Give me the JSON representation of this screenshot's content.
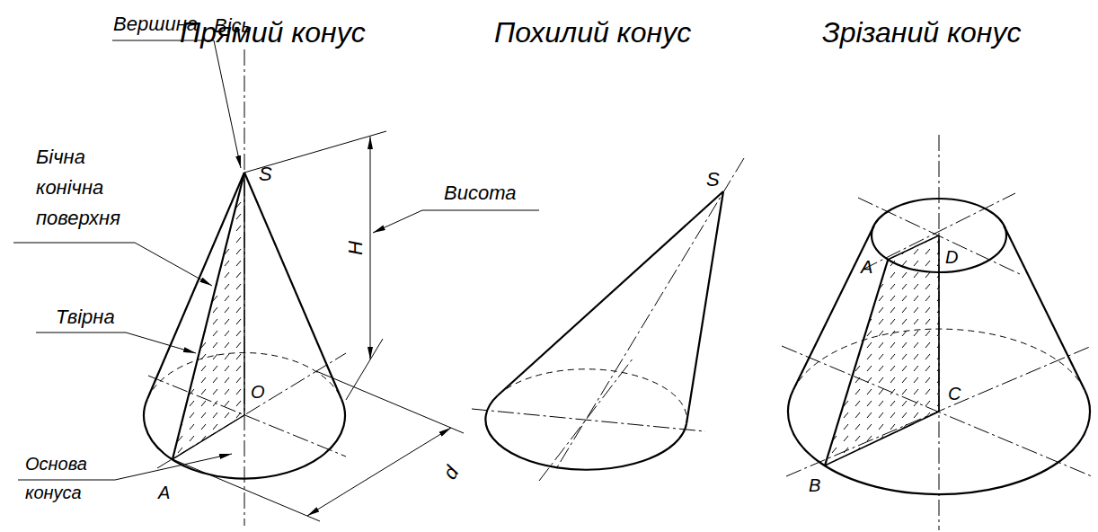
{
  "diagram": {
    "labels": [
      "Прямий конус",
      "Похилий конус",
      "Зрізаний конус",
      "Вершина",
      "Вісь",
      "Бічна конічна поверхня",
      "Твірна",
      "Висота",
      "S",
      "H",
      "O",
      "d",
      "Основа конуса",
      "A",
      "S",
      "D",
      "A",
      "C",
      "B"
    ]
  }
}
